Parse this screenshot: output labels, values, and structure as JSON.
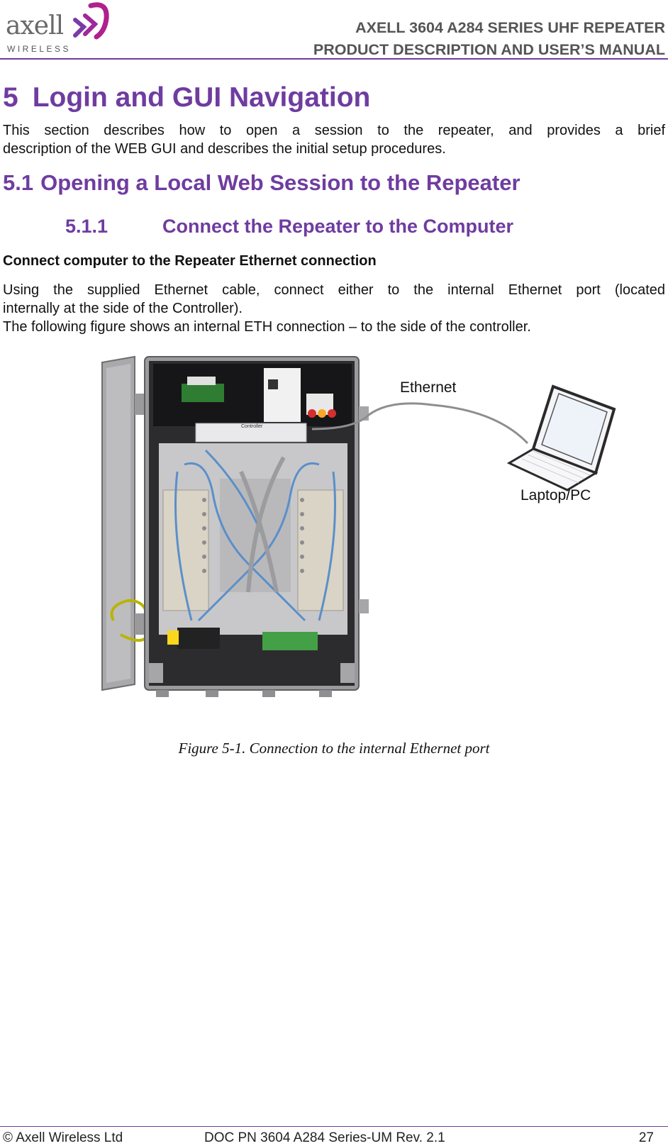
{
  "header": {
    "logo_word": "axell",
    "logo_sub": "WIRELESS",
    "line1": "AXELL 3604 A284 SERIES UHF REPEATER",
    "line2": "PRODUCT DESCRIPTION AND USER’S MANUAL"
  },
  "section": {
    "number": "5",
    "title": "Login and GUI Navigation",
    "intro_line1": "This section describes how to open a session to the repeater, and provides a brief",
    "intro_line2": "description of the WEB GUI and describes the initial setup procedures."
  },
  "subsection": {
    "number": "5.1",
    "title": "Opening a Local Web Session to the Repeater"
  },
  "subsubsection": {
    "number": "5.1.1",
    "title": "Connect the Repeater to the Computer"
  },
  "body": {
    "bold_heading": "Connect computer to the Repeater Ethernet connection",
    "p1_line1": "Using the supplied Ethernet cable, connect either to the internal Ethernet port (located",
    "p1_line2": "internally at the side of the Controller).",
    "p2": "The following figure shows an internal ETH connection – to the side of the controller."
  },
  "figure": {
    "label_ethernet": "Ethernet",
    "label_laptop": "Laptop/PC",
    "controller_label": "Controller",
    "caption": "Figure 5-1. Connection to the internal Ethernet port"
  },
  "footer": {
    "left": "© Axell Wireless Ltd",
    "center": "DOC PN 3604 A284 Series-UM Rev. 2.1",
    "page": "27"
  },
  "colors": {
    "brand_purple": "#6f3ca0",
    "logo_magenta": "#b0208e"
  }
}
